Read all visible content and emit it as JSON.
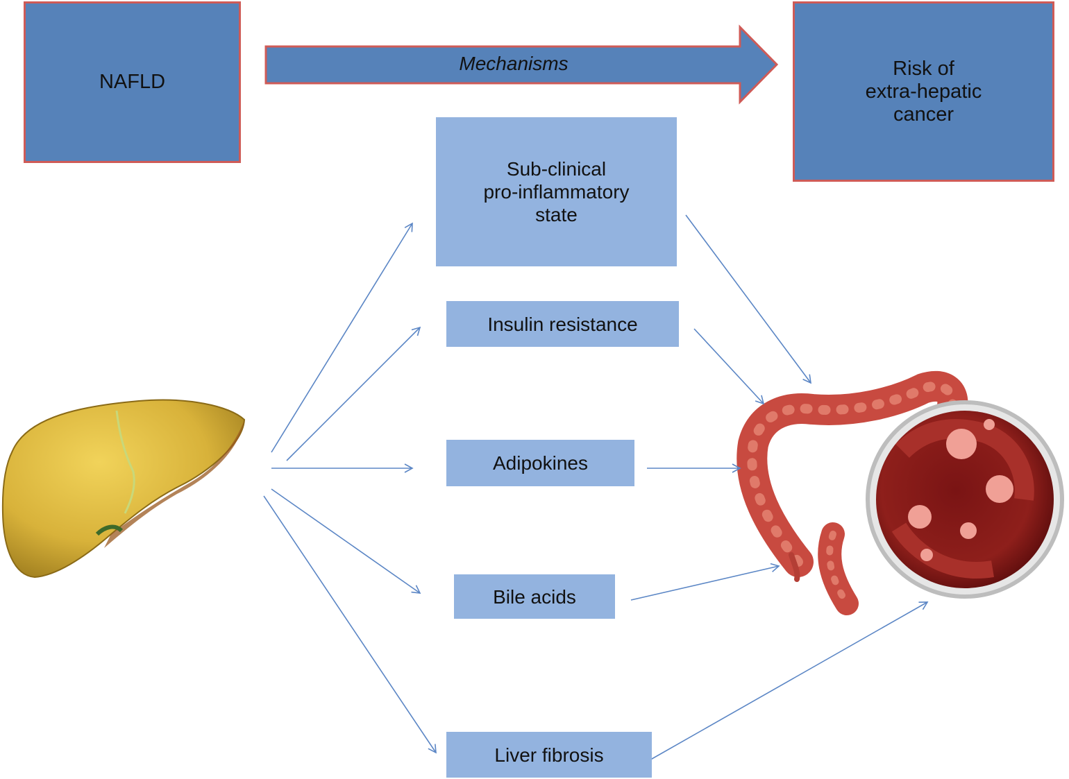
{
  "nodes": {
    "nafld": "NAFLD",
    "risk": "Risk of\nextra-hepatic\ncancer",
    "mechanisms": "Mechanisms",
    "inflammatory": "Sub-clinical\npro-inflammatory\nstate",
    "insulin": "Insulin resistance",
    "adipokines": "Adipokines",
    "bile": "Bile acids",
    "fibrosis": "Liver fibrosis"
  },
  "colors": {
    "dark_box": "#5682b9",
    "box_border": "#cf5b57",
    "light_box": "#93b3df",
    "connector": "#5b86c5",
    "liver": "#d8b23a",
    "colon": "#c8463c"
  },
  "images": {
    "liver": "liver-illustration",
    "colon": "colon-with-tumors-illustration"
  }
}
